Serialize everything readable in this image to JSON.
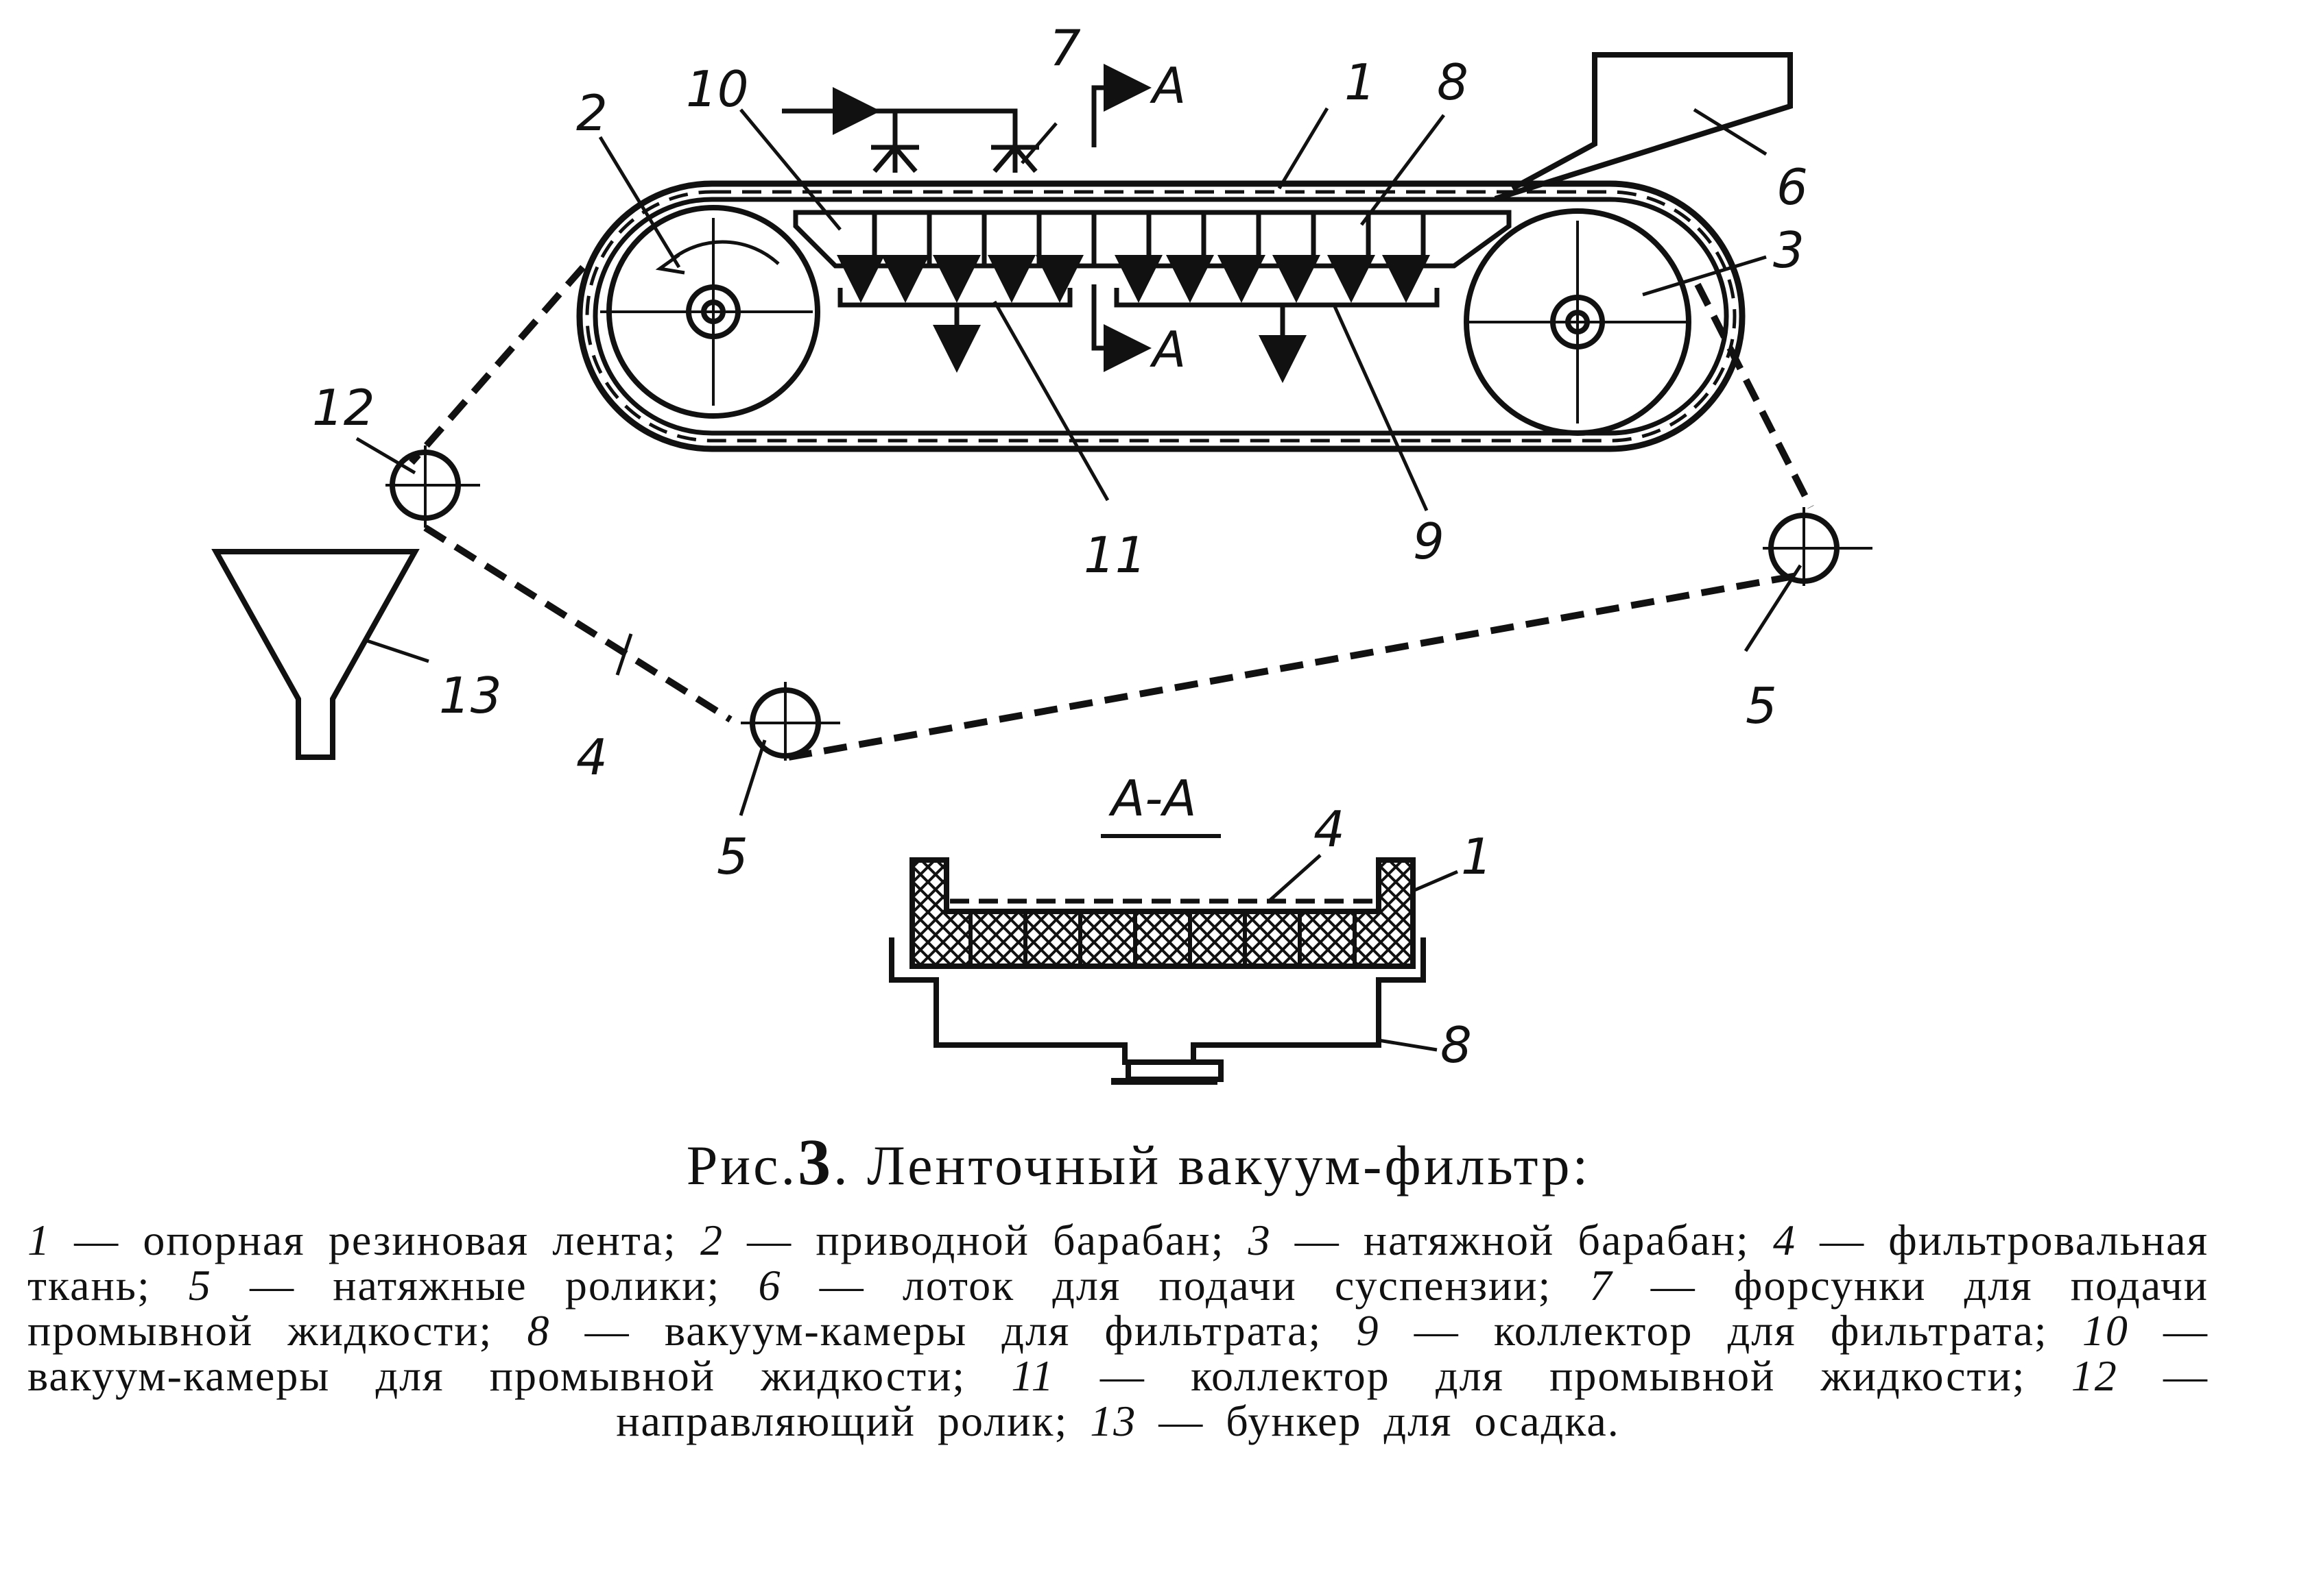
{
  "callouts": {
    "c1": "1",
    "c2": "2",
    "c3": "3",
    "c4": "4",
    "c5a": "5",
    "c5b": "5",
    "c6": "6",
    "c7": "7",
    "c8": "8",
    "c9": "9",
    "c10": "10",
    "c11": "11",
    "c12": "12",
    "c13": "13",
    "sec_top": "A",
    "sec_bottom": "A",
    "aa_4": "4",
    "aa_1": "1",
    "aa_8": "8"
  },
  "section_title": "A-A",
  "caption": {
    "prefix": "Рис.",
    "figure_number": "3",
    "title": ". Ленточный вакуум-фильтр:"
  },
  "legend": [
    {
      "num": "1",
      "text": " — опорная резиновая лента; "
    },
    {
      "num": "2",
      "text": " — приводной барабан; "
    },
    {
      "num": "3",
      "text": " — натяжной барабан; "
    },
    {
      "num": "4",
      "text": " — фильтровальная ткань; "
    },
    {
      "num": "5",
      "text": " — натяжные ролики; "
    },
    {
      "num": "6",
      "text": " — лоток для подачи суспензии; "
    },
    {
      "num": "7",
      "text": " — форсунки для подачи промывной жидкости; "
    },
    {
      "num": "8",
      "text": " — вакуум-камеры для фильтрата; "
    },
    {
      "num": "9",
      "text": " — коллектор для фильтрата; "
    },
    {
      "num": "10",
      "text": " — вакуум-камеры для промывной жидкости; "
    },
    {
      "num": "11",
      "text": " — коллектор для промывной жидкости; "
    },
    {
      "num": "12",
      "text": " — направляющий ролик; "
    },
    {
      "num": "13",
      "text": " — бункер для осадка."
    }
  ]
}
